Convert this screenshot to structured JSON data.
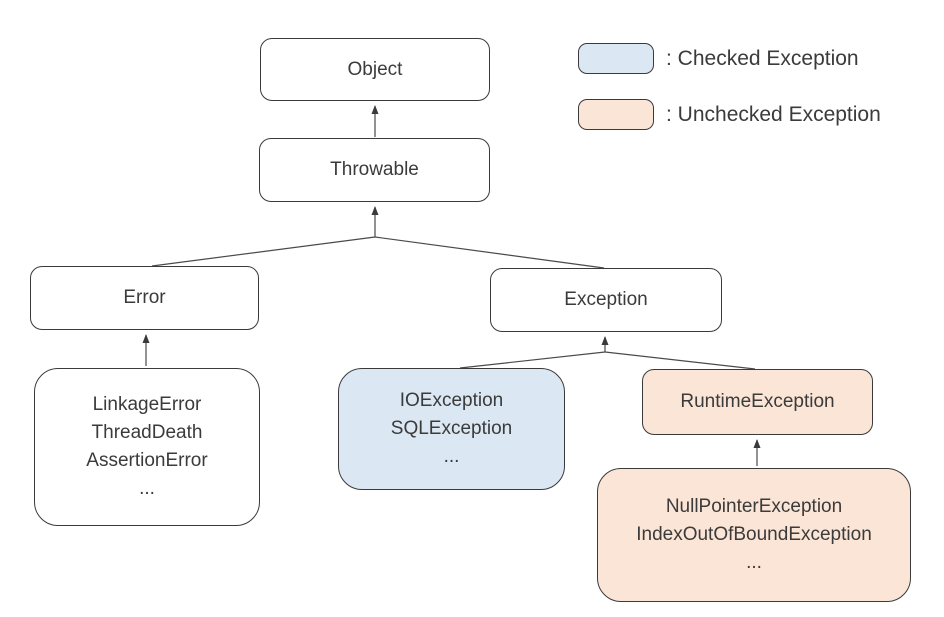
{
  "diagram": {
    "title_semantic": "Java exception class hierarchy",
    "nodes": {
      "object": {
        "label": "Object",
        "kind": "plain"
      },
      "throwable": {
        "label": "Throwable",
        "kind": "plain"
      },
      "error": {
        "label": "Error",
        "kind": "plain"
      },
      "exception": {
        "label": "Exception",
        "kind": "plain"
      },
      "error_subclasses": {
        "kind": "plain",
        "lines": [
          "LinkageError",
          "ThreadDeath",
          "AssertionError",
          "..."
        ]
      },
      "checked_exceptions": {
        "kind": "checked",
        "lines": [
          "IOException",
          "SQLException",
          "..."
        ]
      },
      "runtime": {
        "label": "RuntimeException",
        "kind": "unchecked"
      },
      "runtime_subclasses": {
        "kind": "unchecked",
        "lines": [
          "NullPointerException",
          "IndexOutOfBoundException",
          "..."
        ]
      }
    },
    "edges": [
      {
        "from": "throwable",
        "to": "object"
      },
      {
        "from": "error",
        "to": "throwable"
      },
      {
        "from": "exception",
        "to": "throwable"
      },
      {
        "from": "error_subclasses",
        "to": "error"
      },
      {
        "from": "checked_exceptions",
        "to": "exception"
      },
      {
        "from": "runtime",
        "to": "exception"
      },
      {
        "from": "runtime_subclasses",
        "to": "runtime"
      }
    ],
    "legend": {
      "checked": {
        "label": ": Checked Exception",
        "swatch_color": "#dbe7f3"
      },
      "unchecked": {
        "label": ": Unchecked Exception",
        "swatch_color": "#fbe5d6"
      }
    },
    "colors": {
      "checked_fill": "#dbe7f3",
      "unchecked_fill": "#fbe5d6",
      "box_border": "#3a3a3a",
      "connector": "#4a4a4a",
      "text": "#3b3b3b",
      "bg": "#ffffff"
    }
  }
}
